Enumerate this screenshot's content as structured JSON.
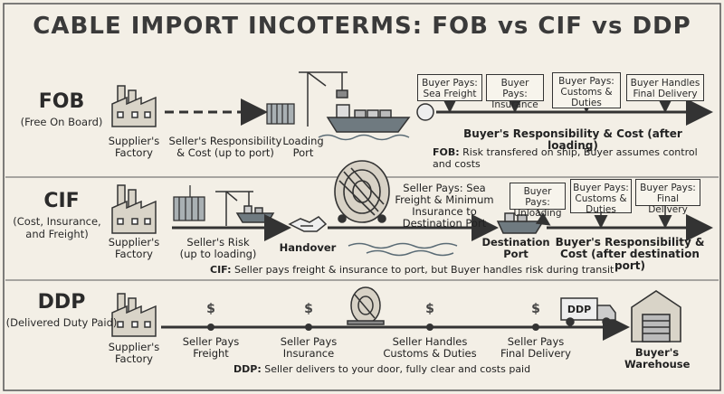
{
  "title": "CABLE IMPORT INCOTERMS: FOB vs CIF vs DDP",
  "fob": {
    "term": "FOB",
    "sub": "(Free On Board)",
    "supplier": "Supplier's Factory",
    "seller_resp": "Seller's Responsibility & Cost (up to port)",
    "loading_port": "Loading Port",
    "boxes": [
      "Buyer Pays: Sea Freight",
      "Buyer Pays: Insurance",
      "Buyer Pays: Customs & Duties",
      "Buyer Handles Final Delivery"
    ],
    "buyer_resp": "Buyer's Responsibility & Cost (after loading)",
    "note_key": "FOB:",
    "note_text": "Risk transfered on ship, Buyer assumes control and costs"
  },
  "cif": {
    "term": "CIF",
    "sub": "(Cost, Insurance, and Freight)",
    "supplier": "Supplier's Factory",
    "seller_risk": "Seller's Risk (up to loading)",
    "handover": "Handover",
    "seller_pays": "Seller Pays: Sea Freight & Minimum Insurance to Destination Port",
    "dest_port": "Destination Port",
    "boxes": [
      "Buyer Pays: Unloading",
      "Buyer Pays: Customs & Duties",
      "Buyer Pays: Final Delivery"
    ],
    "buyer_resp": "Buyer's Responsibility & Cost (after destination port)",
    "note_key": "CIF:",
    "note_text": "Seller pays freight & insurance to port, but Buyer handles risk during transit"
  },
  "ddp": {
    "term": "DDP",
    "sub": "(Delivered Duty Paid)",
    "supplier": "Supplier's Factory",
    "steps": [
      "Seller Pays Freight",
      "Seller Pays Insurance",
      "Seller Handles Customs & Duties",
      "Seller Pays Final Delivery"
    ],
    "dollar": "$",
    "truck_label": "DDP",
    "warehouse": "Buyer's Warehouse",
    "note_key": "DDP:",
    "note_text": "Seller delivers to your door, fully clear and costs paid"
  },
  "colors": {
    "background": "#f3efe6",
    "ink": "#2a2a2a",
    "water": "#5a6b75"
  }
}
